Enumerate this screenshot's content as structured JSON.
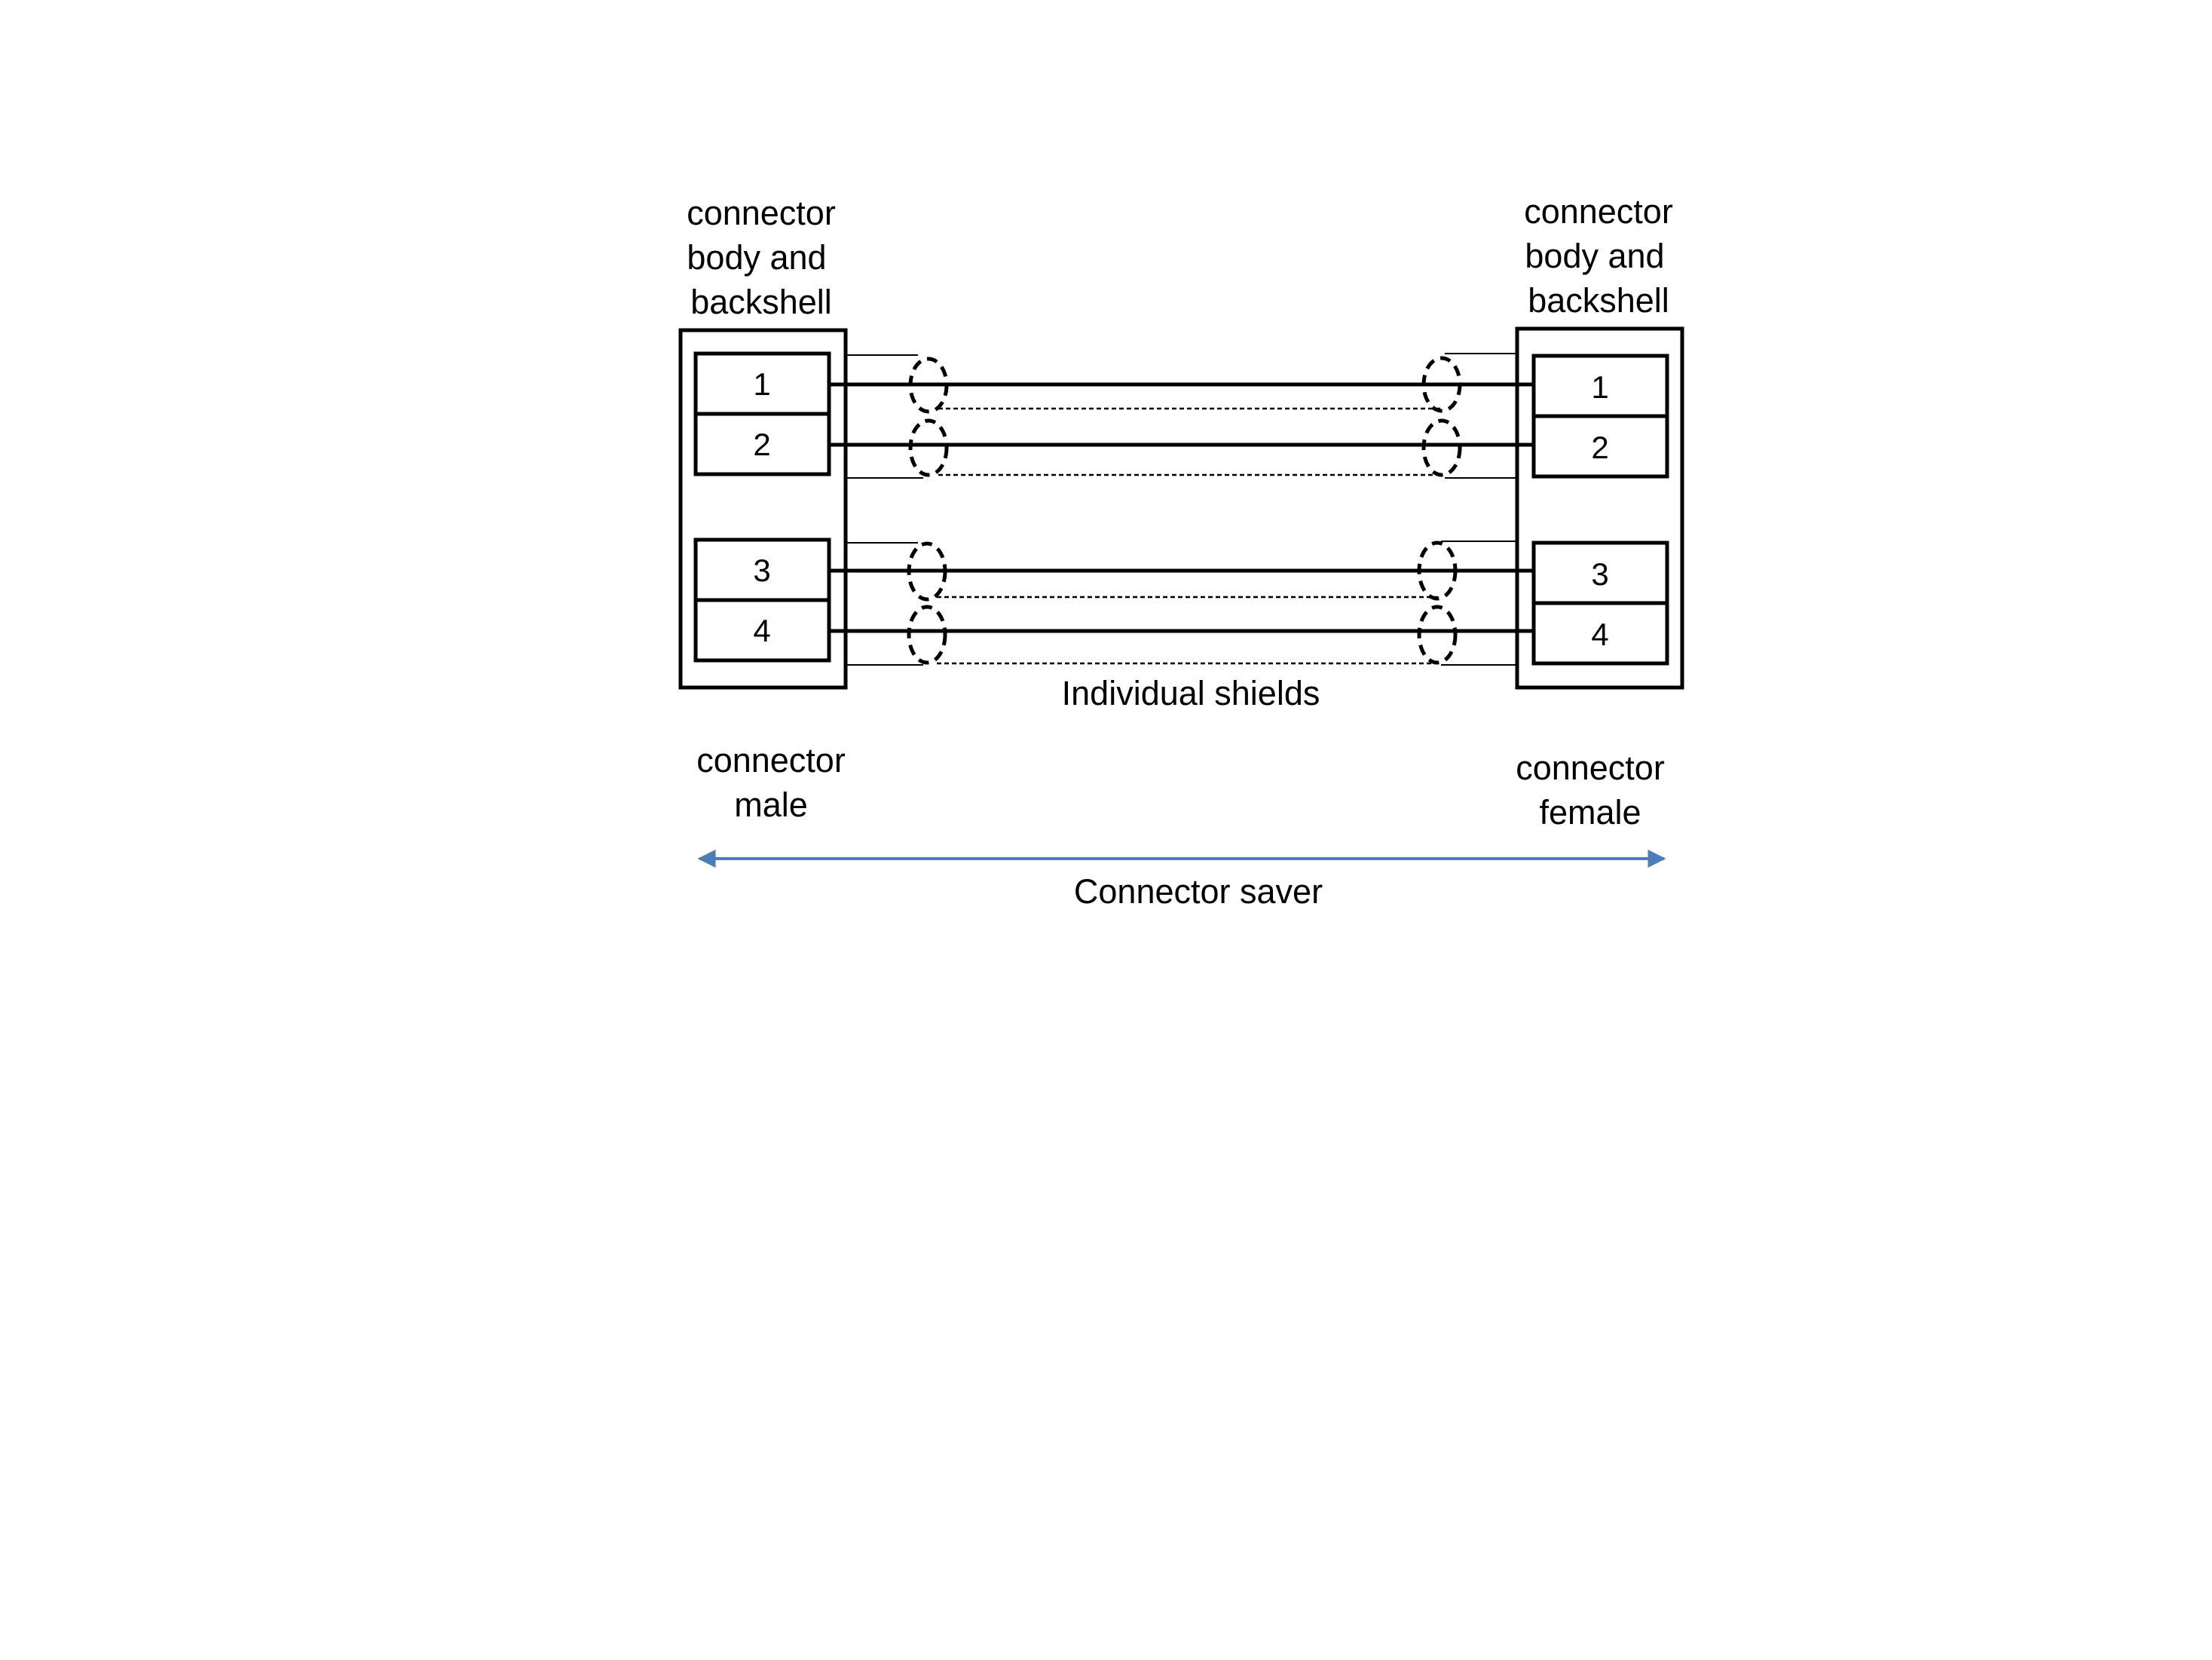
{
  "left_connector": {
    "top_label": [
      "connector",
      "body and",
      "backshell"
    ],
    "bottom_label": [
      "connector",
      "male"
    ],
    "pins": [
      "1",
      "2",
      "3",
      "4"
    ]
  },
  "right_connector": {
    "top_label": [
      "connector",
      "body and",
      "backshell"
    ],
    "bottom_label": [
      "connector",
      "female"
    ],
    "pins": [
      "1",
      "2",
      "3",
      "4"
    ]
  },
  "shield_label": "Individual shields",
  "span_label": "Connector saver",
  "colors": {
    "line": "#000000",
    "arrow": "#4a7ebb"
  }
}
